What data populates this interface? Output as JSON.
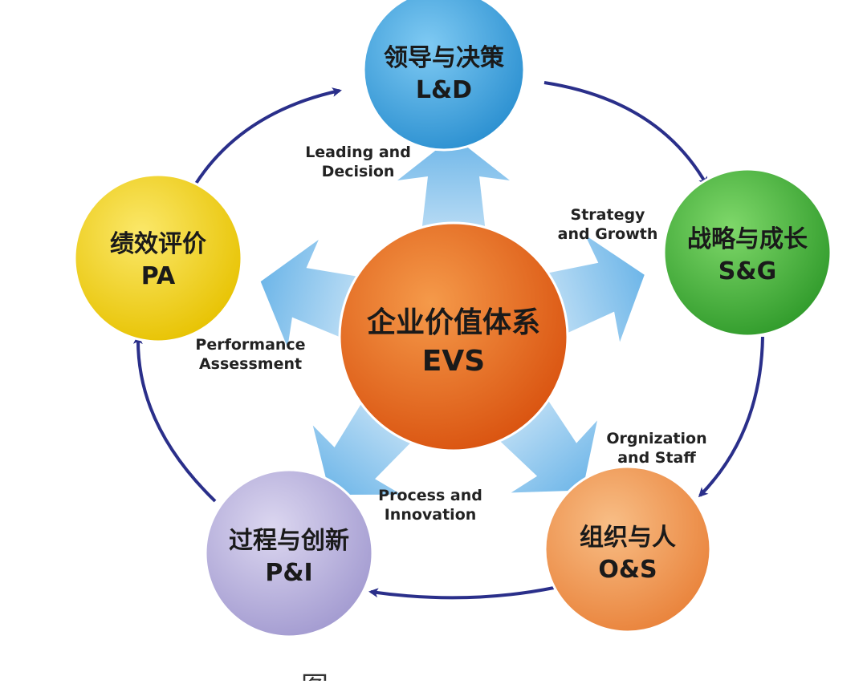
{
  "center": {
    "cn": "企业价值体系",
    "en": "EVS",
    "color": "#e8661c"
  },
  "nodes": [
    {
      "id": "ld",
      "cn": "领导与决策",
      "en": "L&D",
      "color": "#3ba3e0",
      "label": [
        "Leading and",
        "Decision"
      ]
    },
    {
      "id": "sg",
      "cn": "战略与成长",
      "en": "S&G",
      "color": "#47b43b",
      "label": [
        "Strategy",
        "and Growth"
      ]
    },
    {
      "id": "os",
      "cn": "组织与人",
      "en": "O&S",
      "color": "#f29a4e",
      "label": [
        "Orgnization",
        "and Staff"
      ]
    },
    {
      "id": "pi",
      "cn": "过程与创新",
      "en": "P&I",
      "color": "#b8b1dc",
      "label": [
        "Process and",
        "Innovation"
      ]
    },
    {
      "id": "pa",
      "cn": "绩效评价",
      "en": "PA",
      "color": "#f2d318",
      "label": [
        "Performance",
        "Assessment"
      ]
    }
  ],
  "caption": "图"
}
